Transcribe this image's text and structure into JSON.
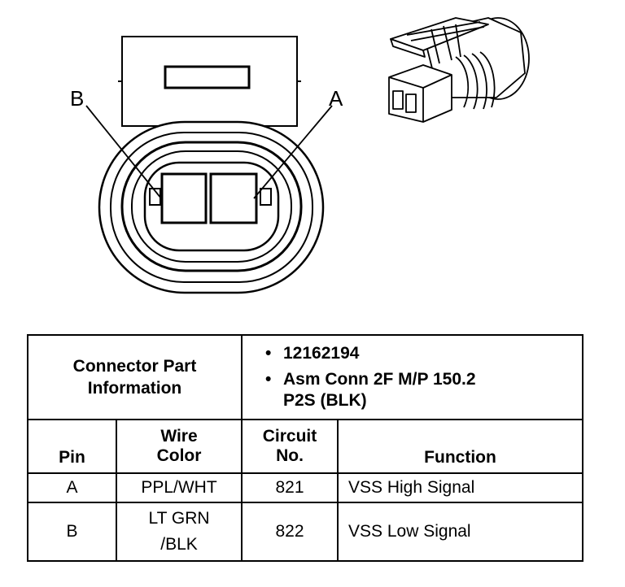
{
  "diagram": {
    "label_b": "B",
    "label_a": "A"
  },
  "table": {
    "part_info_label_line1": "Connector Part",
    "part_info_label_line2": "Information",
    "part_numbers": [
      "12162194",
      "Asm Conn 2F M/P 150.2"
    ],
    "part_continuation": "P2S (BLK)",
    "headers": {
      "pin": "Pin",
      "wire_line1": "Wire",
      "wire_line2": "Color",
      "circuit_line1": "Circuit",
      "circuit_line2": "No.",
      "function": "Function"
    },
    "rows": [
      {
        "pin": "A",
        "wire_line1": "PPL/WHT",
        "wire_line2": "",
        "circuit": "821",
        "function": "VSS High Signal"
      },
      {
        "pin": "B",
        "wire_line1": "LT GRN",
        "wire_line2": "/BLK",
        "circuit": "822",
        "function": "VSS Low Signal"
      }
    ]
  }
}
